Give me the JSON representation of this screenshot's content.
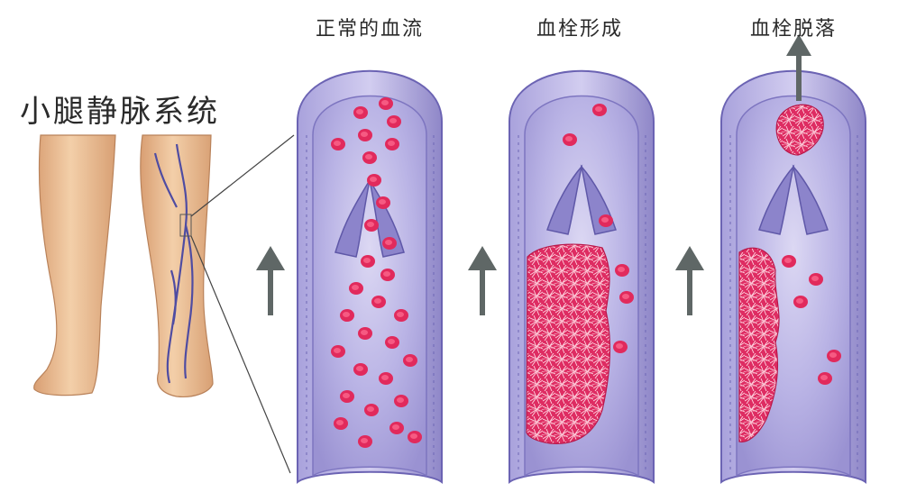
{
  "title": "小腿静脉系统",
  "panels": [
    {
      "label": "正常的血流"
    },
    {
      "label": "血栓形成"
    },
    {
      "label": "血栓脱落"
    }
  ],
  "colors": {
    "vessel_wall": "#8c85c9",
    "vessel_inner": "#c9c4ea",
    "lumen": "#b6b0e3",
    "blood_cell": "#e3285c",
    "clot": "#df2f64",
    "arrow": "#5f6766",
    "skin": "#e9bf96"
  },
  "icons": [
    "up-arrow-icon"
  ]
}
